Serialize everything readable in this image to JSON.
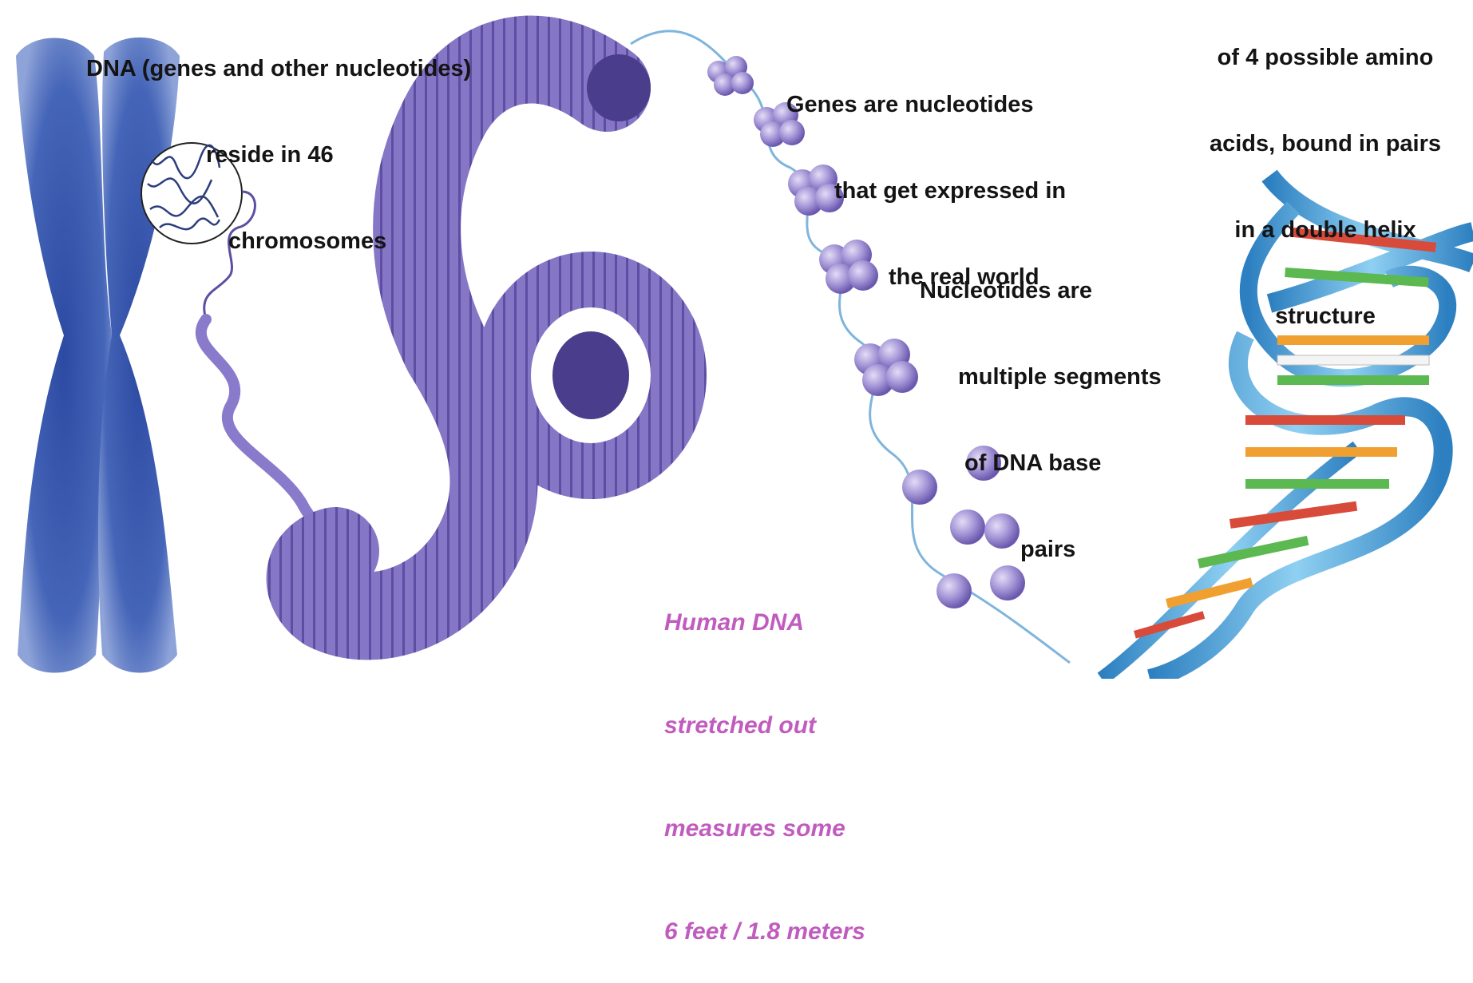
{
  "labels": {
    "dna": [
      "DNA (genes and other nucleotides)",
      "reside in 46",
      "chromosomes"
    ],
    "genes": [
      "Genes are nucleotides",
      "that get expressed in",
      "the real world"
    ],
    "nucleotides": [
      "Nucleotides are",
      "multiple segments",
      "of DNA base",
      "pairs"
    ],
    "helix": [
      "of 4 possible amino",
      "acids, bound in pairs",
      "in a double helix",
      "structure"
    ],
    "length": [
      "Human DNA",
      "stretched out",
      "measures some",
      "6 feet / 1.8 meters"
    ]
  },
  "colors": {
    "chromosome": "#3f5fb0",
    "coil": "#7a6bc0",
    "nucleosome": "#a79ad8",
    "helix_strand": "#4aa3d8",
    "base_red": "#d84a3a",
    "base_orange": "#f0a030",
    "base_green": "#5cb850",
    "base_white": "#f4f4f4",
    "label_text": "#141414",
    "highlight_text": "#c15cbf"
  }
}
